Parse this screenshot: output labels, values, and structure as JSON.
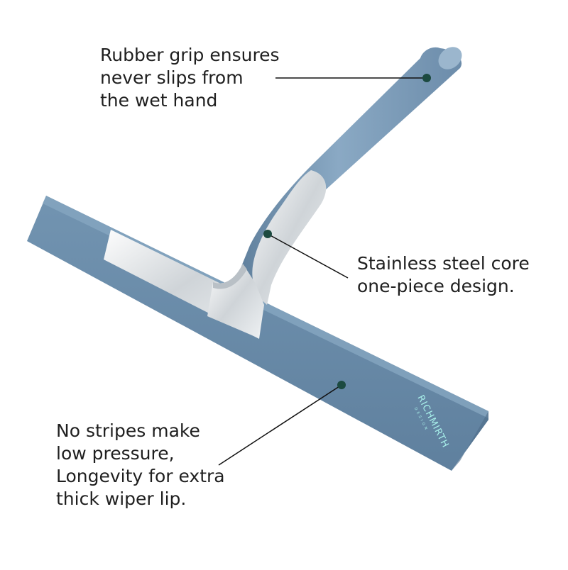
{
  "colors": {
    "background": "#ffffff",
    "handle_blue": "#7c9cb8",
    "blade_blue": "#6c8daa",
    "steel": "#e9ecee",
    "marker_dot": "#1c4a40",
    "leader_line": "#111111",
    "text": "#1f1f1f",
    "brand_text": "#a8f0ea"
  },
  "callouts": {
    "grip": {
      "lines": [
        "Rubber grip ensures",
        "never slips from",
        "the wet hand"
      ]
    },
    "core": {
      "lines": [
        "Stainless steel core",
        "one-piece design."
      ]
    },
    "lip": {
      "lines": [
        "No stripes make",
        "low pressure,",
        "Longevity for extra",
        "thick wiper lip."
      ]
    }
  },
  "brand": {
    "name": "RICHMIRTH",
    "tagline": "DESIGN"
  }
}
